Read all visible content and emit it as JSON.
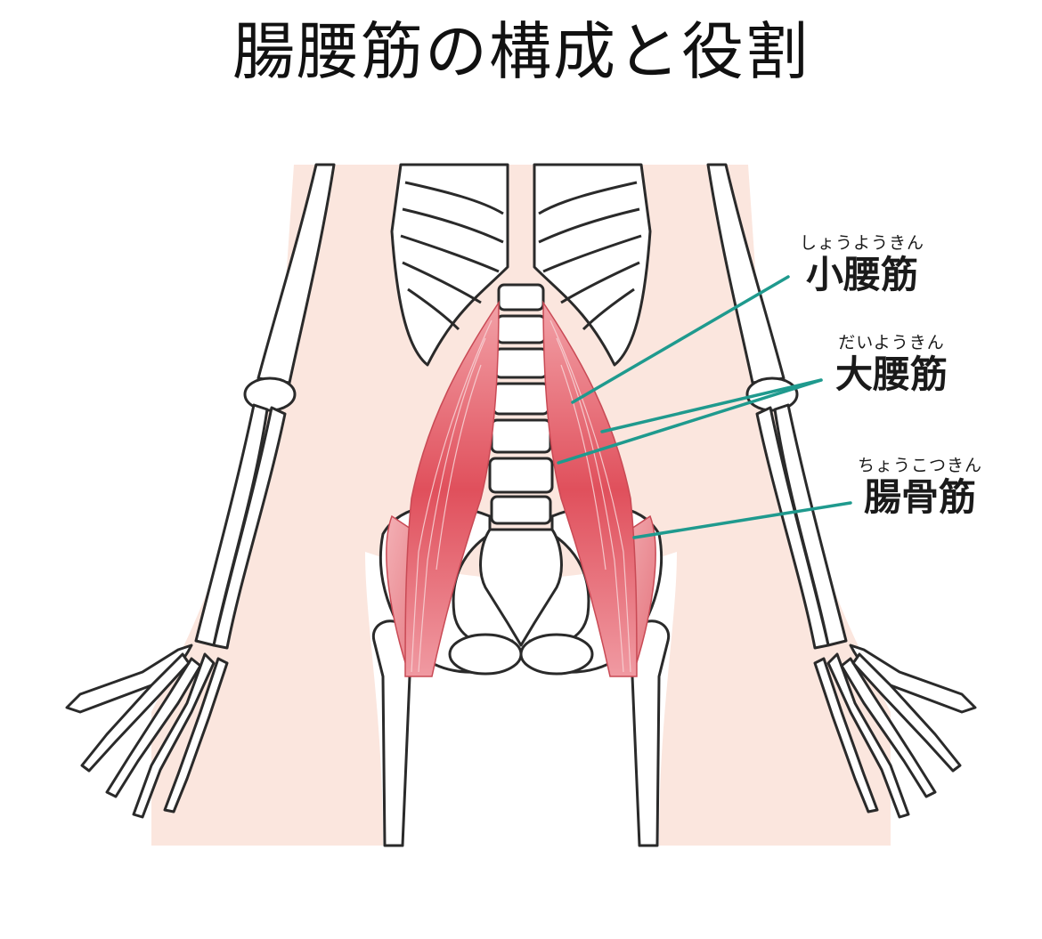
{
  "title": "腸腰筋の構成と役割",
  "labels": {
    "psoas_minor": {
      "ruby": "しょうようきん",
      "name": "小腰筋"
    },
    "psoas_major": {
      "ruby": "だいようきん",
      "name": "大腰筋"
    },
    "iliacus": {
      "ruby": "ちょうこつきん",
      "name": "腸骨筋"
    }
  },
  "colors": {
    "body_silhouette": "#fbe6de",
    "bone_fill": "#ffffff",
    "bone_outline": "#2a2a2a",
    "muscle": "#e35f6a",
    "muscle_fiber": "#f4c4c8",
    "leader_line": "#1f9a8e"
  }
}
